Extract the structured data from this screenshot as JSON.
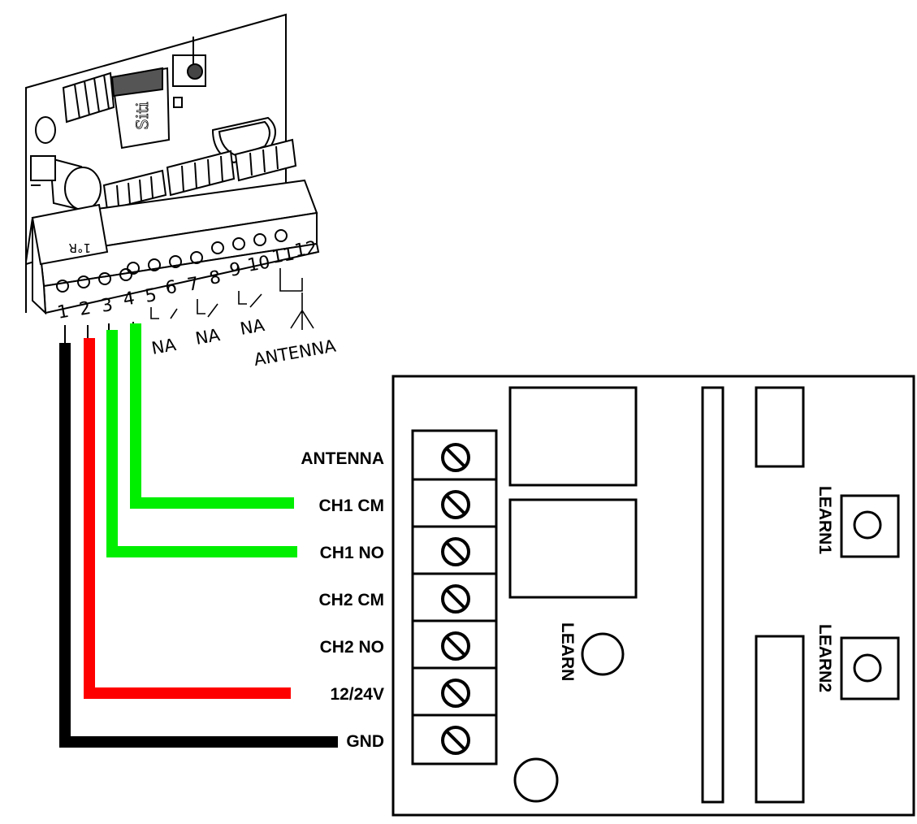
{
  "left_board": {
    "chip_label": "Siti",
    "relay_label": "1°R",
    "terminal_numbers": [
      "1",
      "2",
      "3",
      "4",
      "5",
      "6",
      "7",
      "8",
      "9",
      "10",
      "11",
      "12"
    ],
    "contact_labels": [
      "NA",
      "NA",
      "NA"
    ],
    "antenna_label": "ANTENNA"
  },
  "right_board": {
    "terminals": [
      "ANTENNA",
      "CH1 CM",
      "CH1 NO",
      "CH2 CM",
      "CH2 NO",
      "12/24V",
      "GND"
    ],
    "learn_label": "LEARN",
    "learn1_label": "LEARN1",
    "learn2_label": "LEARN2"
  },
  "wires": [
    {
      "from": "1",
      "to": "GND",
      "color": "#000000"
    },
    {
      "from": "2",
      "to": "12/24V",
      "color": "#ff0000"
    },
    {
      "from": "3",
      "to": "CH1 NO",
      "color": "#00ee00"
    },
    {
      "from": "4",
      "to": "CH1 CM",
      "color": "#00ee00"
    }
  ]
}
